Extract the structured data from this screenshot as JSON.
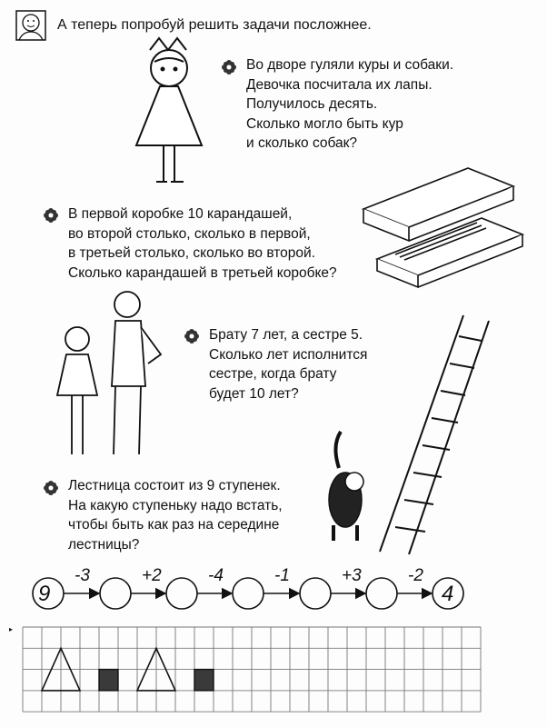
{
  "header": {
    "instruction": "А теперь попробуй решить задачи посложнее.",
    "icon": "face-icon"
  },
  "problems": [
    {
      "lines": [
        "Во дворе гуляли куры и собаки.",
        "Девочка посчитала их лапы.",
        "Получилось десять.",
        "Сколько могло быть кур",
        "и сколько собак?"
      ]
    },
    {
      "lines": [
        "В первой коробке 10 карандашей,",
        "во второй столько, сколько в первой,",
        "в третьей столько, сколько во второй.",
        "Сколько карандашей в третьей коробке?"
      ]
    },
    {
      "lines": [
        "Брату 7 лет, а сестре 5.",
        "Сколько лет исполнится",
        "сестре, когда брату",
        "будет 10 лет?"
      ]
    },
    {
      "lines": [
        "Лестница состоит из 9 ступенек.",
        "На какую ступеньку надо встать,",
        "чтобы быть как раз на середине",
        "лестницы?"
      ]
    }
  ],
  "chain": {
    "start": "9",
    "end": "4",
    "operations": [
      "-3",
      "+2",
      "-4",
      "-1",
      "+3",
      "-2"
    ],
    "blanks": [
      "",
      "",
      "",
      "",
      ""
    ]
  },
  "pattern": {
    "sequence": [
      "triangle",
      "square",
      "triangle",
      "square"
    ],
    "square_color": "#3a3a3a"
  }
}
